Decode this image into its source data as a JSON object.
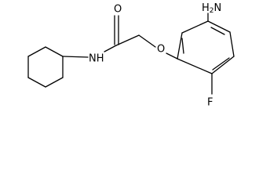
{
  "molecule": {
    "atoms": {
      "amine": {
        "symbol": "H",
        "subscript": "2",
        "suffix": "N"
      },
      "carbonyl_oxygen": {
        "symbol": "O"
      },
      "amide_nitrogen": {
        "symbol": "NH"
      },
      "ether_oxygen": {
        "symbol": "O"
      },
      "fluorine": {
        "symbol": "F"
      }
    }
  }
}
